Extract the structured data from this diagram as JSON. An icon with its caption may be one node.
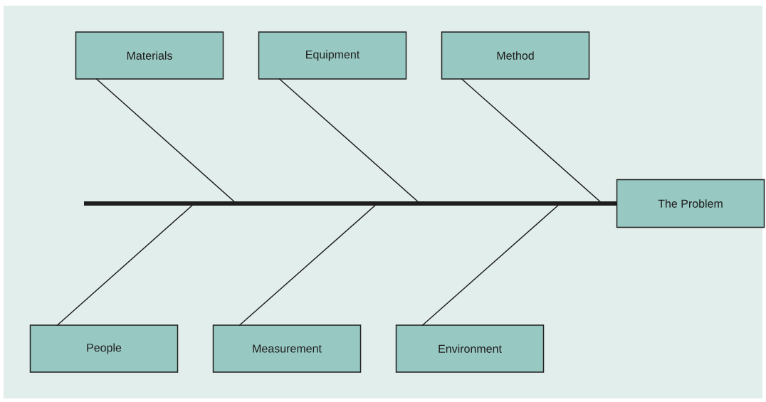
{
  "diagram": {
    "nodes": [
      {
        "text": [
          "Materials"
        ]
      },
      {
        "text": [
          "Equipment"
        ]
      },
      {
        "text": [
          "Method"
        ]
      },
      {
        "text": [
          "The Problem"
        ]
      },
      {
        "text": [
          "People"
        ]
      },
      {
        "text": [
          "Measurement"
        ]
      },
      {
        "text": [
          "Environment"
        ]
      }
    ],
    "edges": [
      {
        "from": 0,
        "to": 3,
        "arrow": "none"
      },
      {
        "from": 1,
        "to": 3,
        "arrow": "none"
      },
      {
        "from": 2,
        "to": 3,
        "arrow": "none"
      },
      {
        "from": 4,
        "to": 3,
        "arrow": "none"
      },
      {
        "from": 5,
        "to": 3,
        "arrow": "none"
      },
      {
        "from": 6,
        "to": 3,
        "arrow": "none"
      }
    ]
  }
}
